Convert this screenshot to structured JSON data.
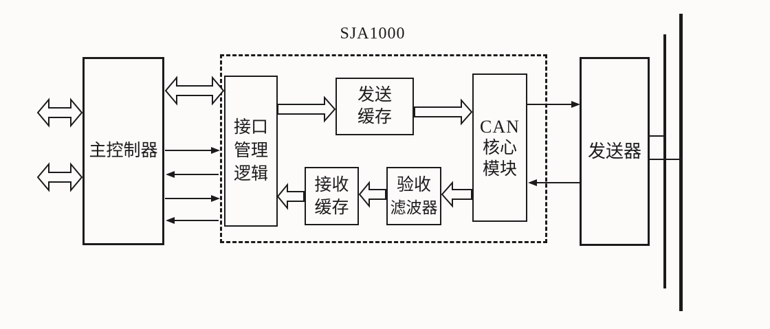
{
  "diagram": {
    "title": "SJA1000",
    "colors": {
      "ink": "#1b1b1b",
      "background": "#fcfbf9"
    },
    "blocks": {
      "main_controller": {
        "label": "主控制器"
      },
      "interface_logic": {
        "lines": [
          "接口",
          "管理",
          "逻辑"
        ]
      },
      "tx_buffer": {
        "lines": [
          "发送",
          "缓存"
        ]
      },
      "can_core": {
        "lines": [
          "CAN",
          "核心",
          "模块"
        ]
      },
      "rx_buffer": {
        "lines": [
          "接收",
          "缓存"
        ]
      },
      "accept_filter": {
        "lines": [
          "验收",
          "滤波器"
        ]
      },
      "transmitter": {
        "label": "发送器"
      }
    }
  }
}
